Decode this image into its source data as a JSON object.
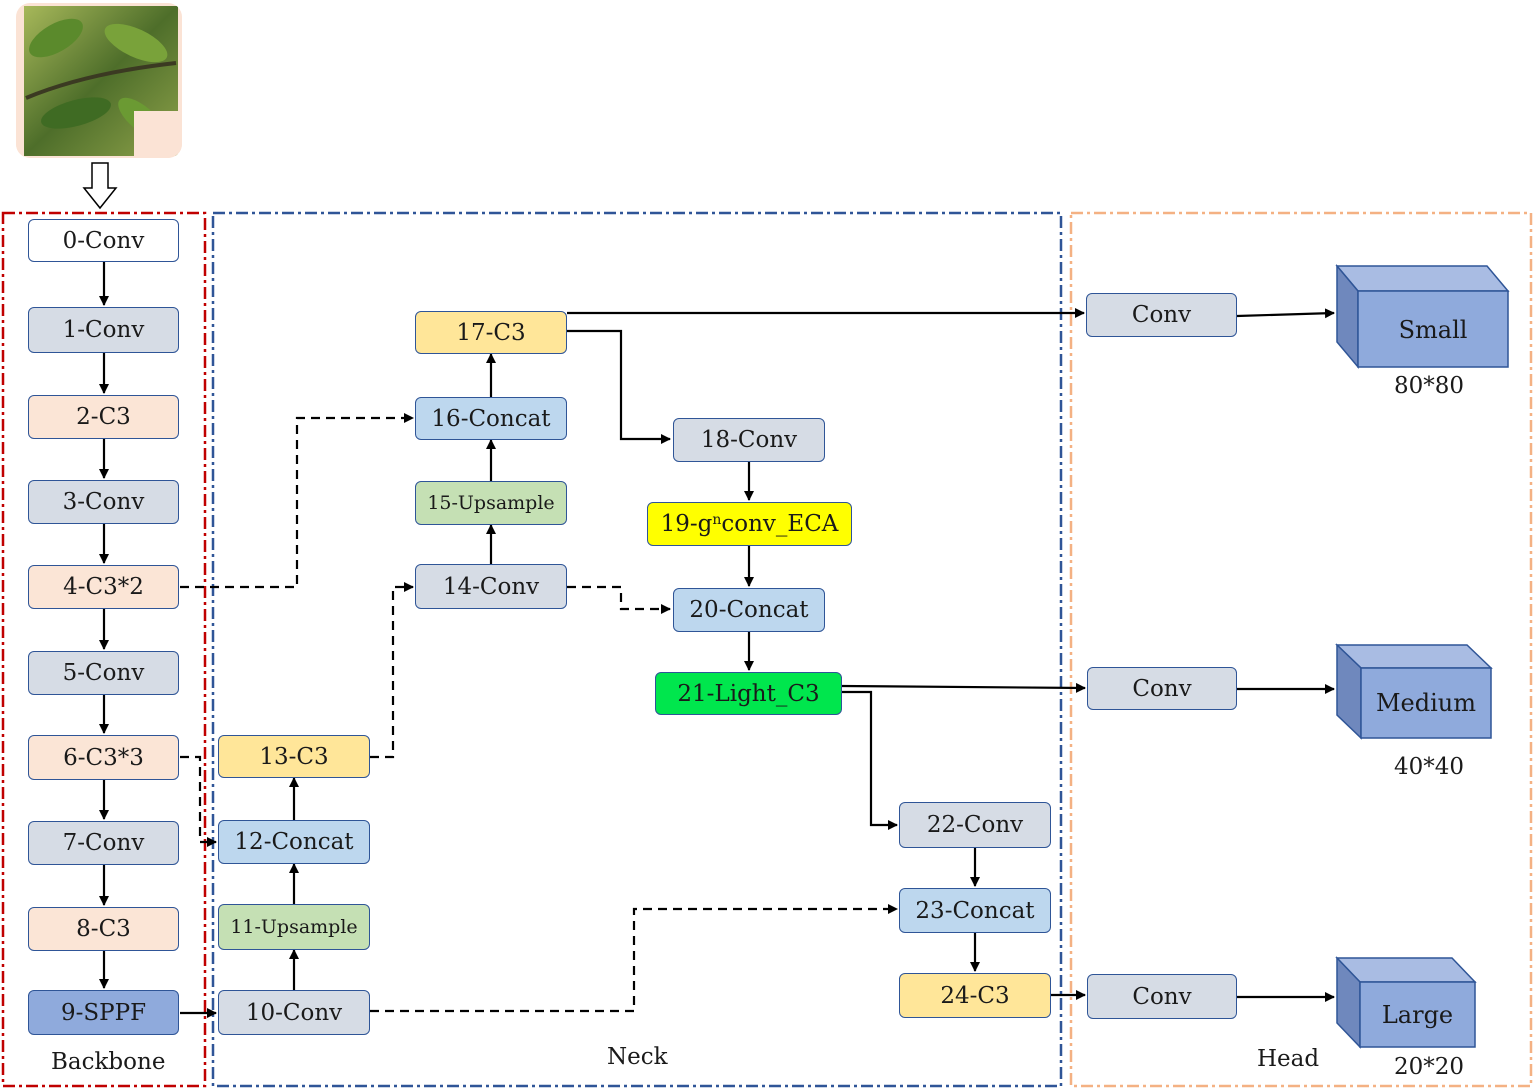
{
  "sections": {
    "backbone": "Backbone",
    "neck": "Neck",
    "head": "Head"
  },
  "backbone_nodes": [
    "0-Conv",
    "1-Conv",
    "2-C3",
    "3-Conv",
    "4-C3*2",
    "5-Conv",
    "6-C3*3",
    "7-Conv",
    "8-C3",
    "9-SPPF"
  ],
  "neck_nodes": {
    "n10": "10-Conv",
    "n11": "11-Upsample",
    "n12": "12-Concat",
    "n13": "13-C3",
    "n14": "14-Conv",
    "n15": "15-Upsample",
    "n16": "16-Concat",
    "n17": "17-C3",
    "n18": "18-Conv",
    "n19_prefix": "19-g",
    "n19_sup": "n",
    "n19_suffix": "conv_ECA",
    "n20": "20-Concat",
    "n21": "21-Light_C3",
    "n22": "22-Conv",
    "n23": "23-Concat",
    "n24": "24-C3"
  },
  "head": {
    "conv_label": "Conv",
    "outputs": [
      {
        "name": "Small",
        "size": "80*80"
      },
      {
        "name": "Medium",
        "size": "40*40"
      },
      {
        "name": "Large",
        "size": "20*20"
      }
    ]
  },
  "colors": {
    "backbone_border": "#c00000",
    "neck_border": "#2f5597",
    "head_border": "#f4b183",
    "cube_front": "#8faadc",
    "cube_side": "#6f88bd",
    "cube_top": "#a9bce3"
  }
}
